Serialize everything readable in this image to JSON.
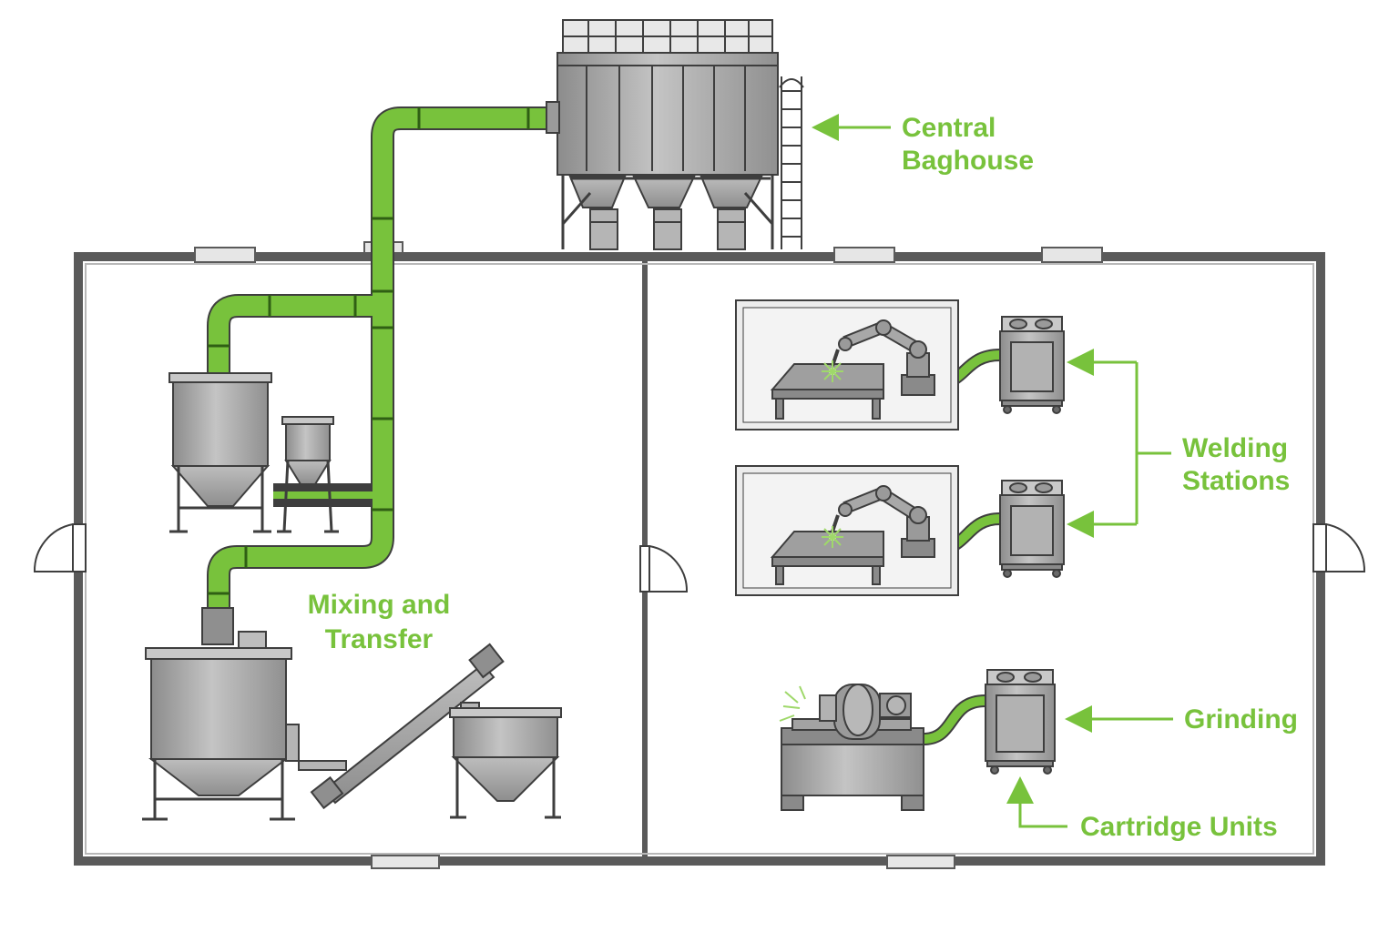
{
  "colors": {
    "accent_green": "#78c23c",
    "equipment_gray": "#a3a3a3",
    "outline": "#3e3e3e",
    "wall": "#5a5a5a",
    "background": "#ffffff"
  },
  "labels": {
    "baghouse": [
      "Central",
      "Baghouse"
    ],
    "mixing": [
      "Mixing and",
      "Transfer"
    ],
    "welding": [
      "Welding",
      "Stations"
    ],
    "grinding": "Grinding",
    "cartridge": "Cartridge Units"
  },
  "icons": [
    "baghouse-icon",
    "ladder-icon",
    "duct-icon",
    "mixing-tank-icon",
    "hopper-icon",
    "screw-conveyor-icon",
    "robot-welder-icon",
    "weld-table-icon",
    "cartridge-collector-icon",
    "bench-grinder-icon",
    "spark-icon",
    "door-icon",
    "window-icon",
    "arrow-icon"
  ]
}
